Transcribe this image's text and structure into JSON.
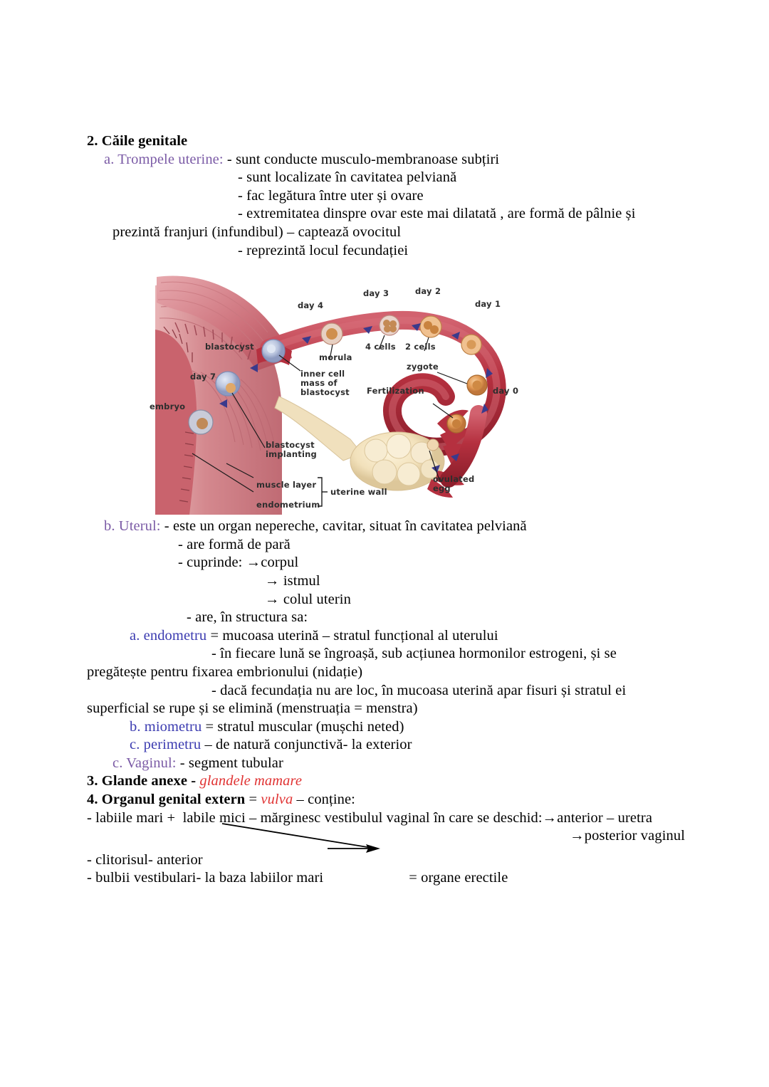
{
  "document": {
    "section_2_heading": "2. Căile genitale",
    "lines": {
      "a_label": "a. Trompele uterine:",
      "a_l1": " - sunt conducte musculo-membranoase subțiri",
      "a_l2": "- sunt localizate în cavitatea pelviană",
      "a_l3": "- fac legătura între uter și ovare",
      "a_l4": "- extremitatea dinspre ovar este mai dilatată , are formă de pâlnie și",
      "a_l5": "prezintă franjuri (infundibul) – captează ovocitul",
      "a_l6": "- reprezintă locul fecundației",
      "b_label": "b. Uterul:",
      "b_l1": " - este un organ nepereche, cavitar, situat în cavitatea pelviană",
      "b_l2": "- are formă de pară",
      "b_l3": "- cuprinde: →corpul",
      "b_l4": "→ istmul",
      "b_l5": "→ colul uterin",
      "b_l6": "- are, în structura sa:",
      "endometru_label": "a. endometru",
      "endometru_rest": " = mucoasa uterină – stratul funcțional al uterului",
      "endometru_l2": "- în fiecare lună se îngroașă, sub acțiunea hormonilor estrogeni, și se",
      "endometru_l3": "pregătește pentru fixarea embrionului (nidație)",
      "endometru_l4": "- dacă fecundația nu are loc, în mucoasa uterină apar fisuri și stratul ei",
      "endometru_l5": "superficial se rupe și se elimină (menstruația = menstra)",
      "miometru_label": "b. miometru",
      "miometru_rest": " = stratul muscular (mușchi neted)",
      "perimetru_label": "c. perimetru",
      "perimetru_rest": " – de natură conjunctivă- la exterior",
      "vaginul_label": "c. Vaginul:",
      "vaginul_rest": " - segment tubular",
      "section_3_pre": "3. Glande anexe - ",
      "section_3_em": "glandele mamare",
      "section_4_pre": "4. Organul genital extern",
      "section_4_eq": " = ",
      "section_4_em": "vulva",
      "section_4_post": " – conține:",
      "labii": "- labiile mari +  labile mici – mărginesc vestibulul vaginal în care se deschid:→anterior – uretra",
      "posterior": "→posterior vaginul",
      "clitoris": "- clitorisul- anterior",
      "bulbi": "- bulbii vestibulari- la baza labiilor mari",
      "erectile": "= organe erectile"
    },
    "colors": {
      "purple": "#7b5ba6",
      "navy": "#3b3bb0",
      "red": "#e03232",
      "text": "#000000",
      "page_background": "#ffffff"
    }
  },
  "figure": {
    "caption_labels": [
      {
        "id": "day4",
        "text": "day 4"
      },
      {
        "id": "day3",
        "text": "day 3"
      },
      {
        "id": "day2",
        "text": "day 2"
      },
      {
        "id": "day1",
        "text": "day 1"
      },
      {
        "id": "day0",
        "text": "day 0"
      },
      {
        "id": "day7",
        "text": "day 7"
      },
      {
        "id": "blastocyst",
        "text": "blastocyst"
      },
      {
        "id": "embryo",
        "text": "embryo"
      },
      {
        "id": "morula",
        "text": "morula"
      },
      {
        "id": "cells4",
        "text": "4 cells"
      },
      {
        "id": "cells2",
        "text": "2 cells"
      },
      {
        "id": "zygote",
        "text": "zygote"
      },
      {
        "id": "fertilization",
        "text": "Fertilization"
      },
      {
        "id": "inner-cell-mass",
        "text": "inner cell\nmass of\nblastocyst"
      },
      {
        "id": "blastocyst-implanting",
        "text": "blastocyst\nimplanting"
      },
      {
        "id": "muscle-layer",
        "text": "muscle layer"
      },
      {
        "id": "endometrium",
        "text": "endometrium"
      },
      {
        "id": "uterine-wall",
        "text": "uterine wall"
      },
      {
        "id": "ovulated-egg",
        "text": "ovulated\negg"
      }
    ],
    "palette": {
      "tube_dark": "#b03040",
      "tube_mid": "#c44a58",
      "tube_light": "#d98b92",
      "uterus_wall": "#cf7f84",
      "ovary": "#f2e3c0",
      "egg": "#e8a25c",
      "blasto": "#bcc6e0",
      "arrow": "#3a3a8c",
      "label": "#2e2e2e"
    }
  }
}
